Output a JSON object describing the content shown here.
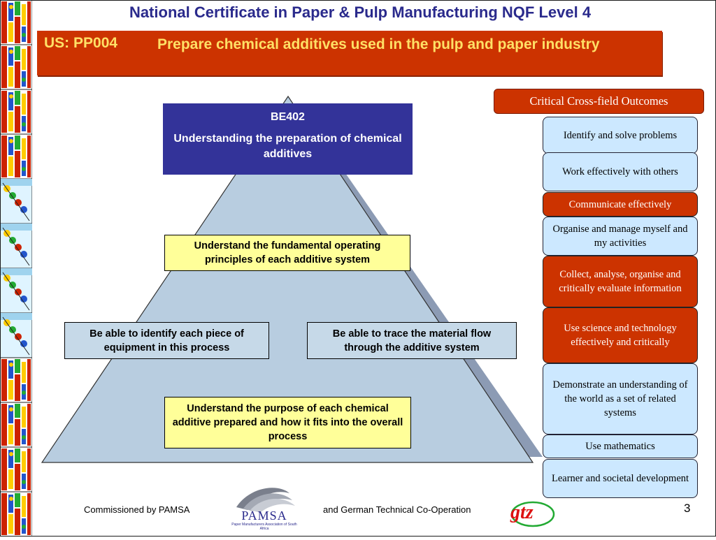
{
  "header": {
    "title": "National Certificate in Paper & Pulp Manufacturing NQF Level 4"
  },
  "unit": {
    "code": "US: PP004",
    "title": "Prepare chemical additives used in the pulp and paper industry"
  },
  "pyramid": {
    "be_code": "BE402",
    "be_title": "Understanding the preparation of chemical additives",
    "boxes": {
      "principles": "Understand the fundamental operating principles of each additive system",
      "identify": "Be able to identify each piece of equipment in this process",
      "trace": "Be able to trace the material flow through the additive system",
      "purpose": "Understand the purpose of each chemical additive prepared and how it fits into the overall process"
    }
  },
  "ccfo": {
    "header": "Critical Cross-field Outcomes",
    "items": [
      {
        "label": "Identify and solve problems",
        "highlighted": false
      },
      {
        "label": "Work effectively with others",
        "highlighted": false
      },
      {
        "label": "Communicate effectively",
        "highlighted": true
      },
      {
        "label": "Organise and manage myself and my activities",
        "highlighted": false
      },
      {
        "label": "Collect, analyse, organise and critically evaluate information",
        "highlighted": true
      },
      {
        "label": "Use science and technology effectively and critically",
        "highlighted": true
      },
      {
        "label": "Demonstrate an understanding of the world as a set of related systems",
        "highlighted": false
      },
      {
        "label": "Use mathematics",
        "highlighted": false
      },
      {
        "label": "Learner and societal development",
        "highlighted": false
      }
    ]
  },
  "footer": {
    "commissioned": "Commissioned by PAMSA",
    "partner": "and German Technical Co-Operation",
    "page": "3",
    "pamsa_logo_text": "PAMSA",
    "pamsa_logo_subtext": "Paper Manufacturers Association of South Africa",
    "gtz_logo_text": "gtz"
  },
  "colors": {
    "title_blue": "#2a2a8c",
    "banner_red": "#cc3300",
    "banner_text": "#ffe066",
    "be_blue": "#333399",
    "pyramid_fill": "#b8cde0",
    "box_yellow": "#ffff99",
    "ccfo_light": "#cce8ff"
  }
}
